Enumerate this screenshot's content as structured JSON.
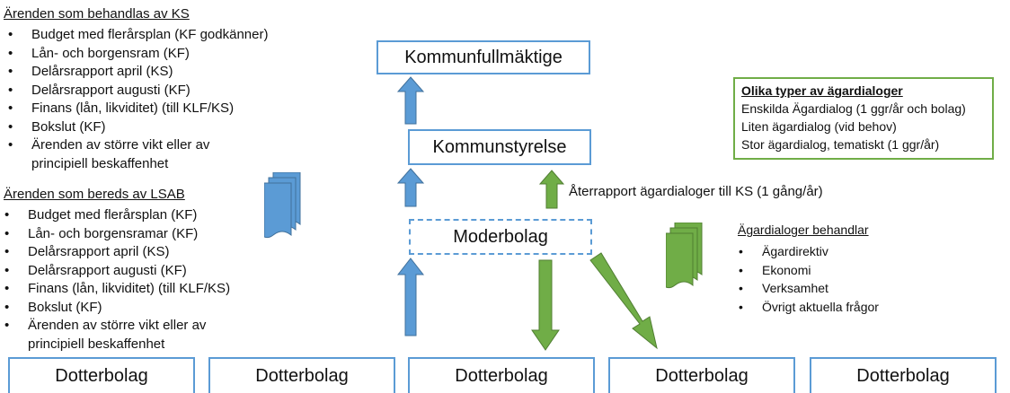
{
  "ks_section": {
    "heading": "Ärenden som behandlas av KS",
    "items": [
      "Budget med flerårsplan (KF godkänner)",
      "Lån- och borgensram (KF)",
      "Delårsrapport april (KS)",
      "Delårsrapport augusti (KF)",
      "Finans (lån, likviditet) (till KLF/KS)",
      "Bokslut (KF)",
      "Ärenden av större vikt eller av principiell beskaffenhet"
    ]
  },
  "lsab_section": {
    "heading": "Ärenden som bereds av LSAB",
    "items": [
      "Budget med flerårsplan (KF)",
      "Lån- och borgensramar (KF)",
      "Delårsrapport april (KS)",
      "Delårsrapport augusti (KF)",
      "Finans (lån, likviditet) (till KLF/KS)",
      "Bokslut (KF)",
      "Ärenden av större vikt eller av principiell beskaffenhet"
    ]
  },
  "org": {
    "kommunfullmaktige": "Kommunfullmäktige",
    "kommunstyrelse": "Kommunstyrelse",
    "moderbolag": "Moderbolag",
    "dotterbolag": [
      "Dotterbolag",
      "Dotterbolag",
      "Dotterbolag",
      "Dotterbolag",
      "Dotterbolag"
    ]
  },
  "aterrapport_label": "Återrapport ägardialoger till KS (1 gång/år)",
  "dialog_types": {
    "title": "Olika typer av ägardialoger",
    "lines": [
      "Enskilda Ägardialog (1 ggr/år och bolag)",
      "Liten ägardialog (vid behov)",
      "Stor ägardialog, tematiskt (1 ggr/år)"
    ]
  },
  "dialog_topics": {
    "heading": "Ägardialoger behandlar",
    "items": [
      "Ägardirektiv",
      "Ekonomi",
      "Verksamhet",
      "Övrigt aktuella frågor"
    ]
  },
  "colors": {
    "blue": "#5b9bd5",
    "green": "#70ad47"
  }
}
